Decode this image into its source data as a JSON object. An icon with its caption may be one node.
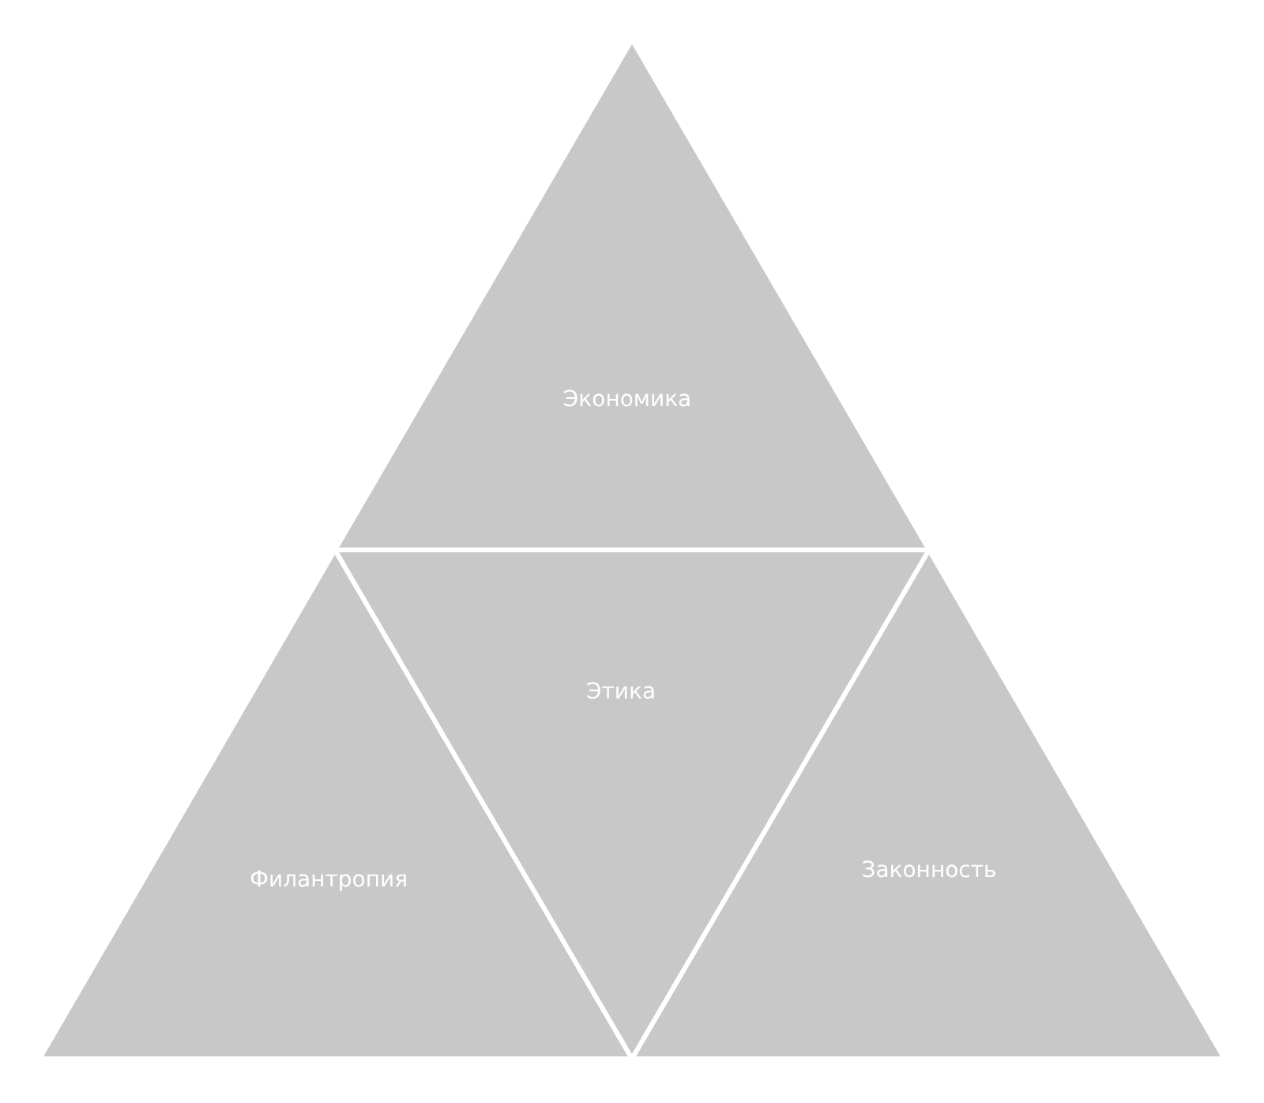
{
  "diagram": {
    "nodes": [
      {
        "text": [
          "Экономика"
        ]
      },
      {
        "text": [
          "Филантропия"
        ]
      },
      {
        "text": [
          "Этика"
        ]
      },
      {
        "text": [
          "Законность"
        ]
      }
    ]
  }
}
